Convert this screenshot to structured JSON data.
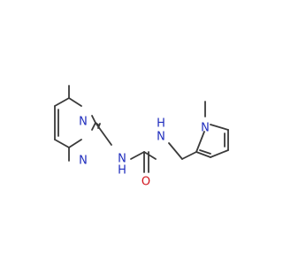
{
  "molecule": {
    "atoms": {
      "pyrimidine_n_top": "N",
      "pyrimidine_n_bottom": "N",
      "amine_n": "N",
      "amine_h": "H",
      "amide_n": "N",
      "amide_h": "H",
      "carbonyl_o": "O",
      "pyrrole_n": "N"
    },
    "colors": {
      "bond": "#3a3a3a",
      "nitrogen": "#1f2dbd",
      "oxygen": "#d1121b",
      "background": "#ffffff"
    }
  }
}
